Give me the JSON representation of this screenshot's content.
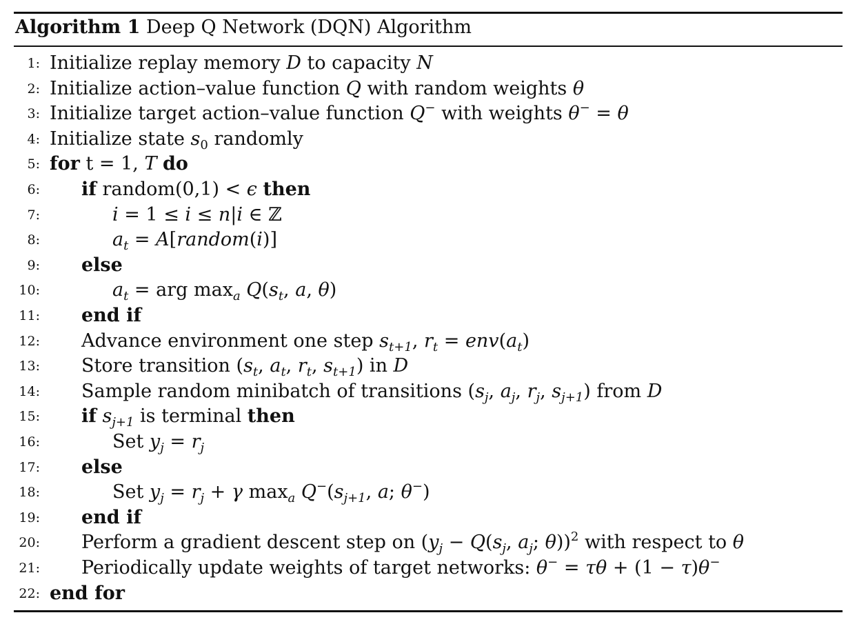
{
  "title": {
    "label": "Algorithm 1",
    "text": "Deep Q Network (DQN) Algorithm"
  },
  "lines": [
    {
      "num": "1:",
      "indent": 0,
      "segs": [
        [
          "Initialize replay memory ",
          "r"
        ],
        [
          "D",
          "i"
        ],
        [
          " to capacity ",
          "r"
        ],
        [
          "N",
          "i"
        ]
      ]
    },
    {
      "num": "2:",
      "indent": 0,
      "segs": [
        [
          "Initialize action–value function ",
          "r"
        ],
        [
          "Q",
          "i"
        ],
        [
          " with random weights ",
          "r"
        ],
        [
          "θ",
          "i"
        ]
      ]
    },
    {
      "num": "3:",
      "indent": 0,
      "segs": [
        [
          "Initialize target action–value function ",
          "r"
        ],
        [
          "Q",
          "i"
        ],
        [
          "−",
          "sup"
        ],
        [
          " with weights ",
          "r"
        ],
        [
          "θ",
          "i"
        ],
        [
          "−",
          "sup"
        ],
        [
          " = ",
          "r"
        ],
        [
          "θ",
          "i"
        ]
      ]
    },
    {
      "num": "4:",
      "indent": 0,
      "segs": [
        [
          "Initialize state ",
          "r"
        ],
        [
          "s",
          "i"
        ],
        [
          "0",
          "sub"
        ],
        [
          " randomly",
          "r"
        ]
      ]
    },
    {
      "num": "5:",
      "indent": 0,
      "segs": [
        [
          "for",
          "b"
        ],
        [
          " t = 1, ",
          "r"
        ],
        [
          "T",
          "i"
        ],
        [
          " ",
          "r"
        ],
        [
          "do",
          "b"
        ]
      ]
    },
    {
      "num": "6:",
      "indent": 1,
      "segs": [
        [
          "if",
          "b"
        ],
        [
          " random(0,1) < ",
          "r"
        ],
        [
          "ϵ",
          "i"
        ],
        [
          " ",
          "r"
        ],
        [
          "then",
          "b"
        ]
      ]
    },
    {
      "num": "7:",
      "indent": 2,
      "segs": [
        [
          "i",
          "i"
        ],
        [
          " = 1 ≤ ",
          "r"
        ],
        [
          "i",
          "i"
        ],
        [
          " ≤ ",
          "r"
        ],
        [
          "n",
          "i"
        ],
        [
          "|",
          "r"
        ],
        [
          "i",
          "i"
        ],
        [
          " ∈ ℤ",
          "r"
        ]
      ]
    },
    {
      "num": "8:",
      "indent": 2,
      "segs": [
        [
          "a",
          "i"
        ],
        [
          "t",
          "subi"
        ],
        [
          " = ",
          "r"
        ],
        [
          "A",
          "i"
        ],
        [
          "[",
          "r"
        ],
        [
          "random",
          "i"
        ],
        [
          "(",
          "r"
        ],
        [
          "i",
          "i"
        ],
        [
          ")]",
          "r"
        ]
      ]
    },
    {
      "num": "9:",
      "indent": 1,
      "segs": [
        [
          "else",
          "b"
        ]
      ]
    },
    {
      "num": "10:",
      "indent": 2,
      "segs": [
        [
          "a",
          "i"
        ],
        [
          "t",
          "subi"
        ],
        [
          " = arg max",
          "r"
        ],
        [
          "a",
          "subi"
        ],
        [
          " ",
          "r"
        ],
        [
          "Q",
          "i"
        ],
        [
          "(",
          "r"
        ],
        [
          "s",
          "i"
        ],
        [
          "t",
          "subi"
        ],
        [
          ", ",
          "r"
        ],
        [
          "a",
          "i"
        ],
        [
          ", ",
          "r"
        ],
        [
          "θ",
          "i"
        ],
        [
          ")",
          "r"
        ]
      ]
    },
    {
      "num": "11:",
      "indent": 1,
      "segs": [
        [
          "end if",
          "b"
        ]
      ]
    },
    {
      "num": "12:",
      "indent": 1,
      "segs": [
        [
          "Advance environment one step ",
          "r"
        ],
        [
          "s",
          "i"
        ],
        [
          "t+1",
          "subi"
        ],
        [
          ", ",
          "r"
        ],
        [
          "r",
          "i"
        ],
        [
          "t",
          "subi"
        ],
        [
          " = ",
          "r"
        ],
        [
          "env",
          "i"
        ],
        [
          "(",
          "r"
        ],
        [
          "a",
          "i"
        ],
        [
          "t",
          "subi"
        ],
        [
          ")",
          "r"
        ]
      ]
    },
    {
      "num": "13:",
      "indent": 1,
      "segs": [
        [
          "Store transition (",
          "r"
        ],
        [
          "s",
          "i"
        ],
        [
          "t",
          "subi"
        ],
        [
          ", ",
          "r"
        ],
        [
          "a",
          "i"
        ],
        [
          "t",
          "subi"
        ],
        [
          ", ",
          "r"
        ],
        [
          "r",
          "i"
        ],
        [
          "t",
          "subi"
        ],
        [
          ", ",
          "r"
        ],
        [
          "s",
          "i"
        ],
        [
          "t+1",
          "subi"
        ],
        [
          ") in ",
          "r"
        ],
        [
          "D",
          "i"
        ]
      ]
    },
    {
      "num": "14:",
      "indent": 1,
      "segs": [
        [
          "Sample random minibatch of transitions (",
          "r"
        ],
        [
          "s",
          "i"
        ],
        [
          "j",
          "subi"
        ],
        [
          ", ",
          "r"
        ],
        [
          "a",
          "i"
        ],
        [
          "j",
          "subi"
        ],
        [
          ", ",
          "r"
        ],
        [
          "r",
          "i"
        ],
        [
          "j",
          "subi"
        ],
        [
          ", ",
          "r"
        ],
        [
          "s",
          "i"
        ],
        [
          "j+1",
          "subi"
        ],
        [
          ") from ",
          "r"
        ],
        [
          "D",
          "i"
        ]
      ]
    },
    {
      "num": "15:",
      "indent": 1,
      "segs": [
        [
          "if",
          "b"
        ],
        [
          " ",
          "r"
        ],
        [
          "s",
          "i"
        ],
        [
          "j+1",
          "subi"
        ],
        [
          " is terminal ",
          "r"
        ],
        [
          "then",
          "b"
        ]
      ]
    },
    {
      "num": "16:",
      "indent": 2,
      "segs": [
        [
          "Set ",
          "r"
        ],
        [
          "y",
          "i"
        ],
        [
          "j",
          "subi"
        ],
        [
          " = ",
          "r"
        ],
        [
          "r",
          "i"
        ],
        [
          "j",
          "subi"
        ]
      ]
    },
    {
      "num": "17:",
      "indent": 1,
      "segs": [
        [
          "else",
          "b"
        ]
      ]
    },
    {
      "num": "18:",
      "indent": 2,
      "segs": [
        [
          "Set ",
          "r"
        ],
        [
          "y",
          "i"
        ],
        [
          "j",
          "subi"
        ],
        [
          " = ",
          "r"
        ],
        [
          "r",
          "i"
        ],
        [
          "j",
          "subi"
        ],
        [
          " + ",
          "r"
        ],
        [
          "γ",
          "i"
        ],
        [
          " max",
          "r"
        ],
        [
          "a",
          "subi"
        ],
        [
          " ",
          "r"
        ],
        [
          "Q",
          "i"
        ],
        [
          "−",
          "sup"
        ],
        [
          "(",
          "r"
        ],
        [
          "s",
          "i"
        ],
        [
          "j+1",
          "subi"
        ],
        [
          ", ",
          "r"
        ],
        [
          "a",
          "i"
        ],
        [
          "; ",
          "r"
        ],
        [
          "θ",
          "i"
        ],
        [
          "−",
          "sup"
        ],
        [
          ")",
          "r"
        ]
      ]
    },
    {
      "num": "19:",
      "indent": 1,
      "segs": [
        [
          "end if",
          "b"
        ]
      ]
    },
    {
      "num": "20:",
      "indent": 1,
      "segs": [
        [
          "Perform a gradient descent step on (",
          "r"
        ],
        [
          "y",
          "i"
        ],
        [
          "j",
          "subi"
        ],
        [
          " − ",
          "r"
        ],
        [
          "Q",
          "i"
        ],
        [
          "(",
          "r"
        ],
        [
          "s",
          "i"
        ],
        [
          "j",
          "subi"
        ],
        [
          ", ",
          "r"
        ],
        [
          "a",
          "i"
        ],
        [
          "j",
          "subi"
        ],
        [
          "; ",
          "r"
        ],
        [
          "θ",
          "i"
        ],
        [
          "))",
          "r"
        ],
        [
          "2",
          "sup"
        ],
        [
          " with respect to ",
          "r"
        ],
        [
          "θ",
          "i"
        ]
      ]
    },
    {
      "num": "21:",
      "indent": 1,
      "segs": [
        [
          "Periodically update weights of target networks: ",
          "r"
        ],
        [
          "θ",
          "i"
        ],
        [
          "−",
          "sup"
        ],
        [
          " = ",
          "r"
        ],
        [
          "τθ",
          "i"
        ],
        [
          " + (1 − ",
          "r"
        ],
        [
          "τ",
          "i"
        ],
        [
          ")",
          "r"
        ],
        [
          "θ",
          "i"
        ],
        [
          "−",
          "sup"
        ]
      ]
    },
    {
      "num": "22:",
      "indent": 0,
      "segs": [
        [
          "end for",
          "b"
        ]
      ]
    }
  ]
}
